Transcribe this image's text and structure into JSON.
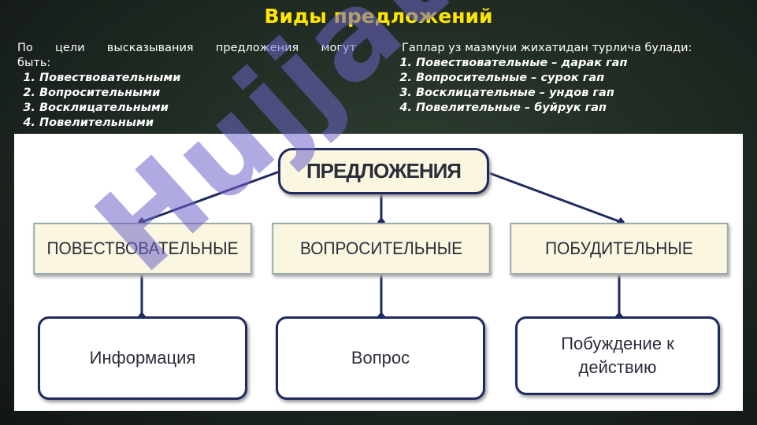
{
  "title": "Виды предложений",
  "left": {
    "intro": "По цели высказывания предложения могут",
    "intro_cont": "быть:",
    "items": [
      "Повествовательными",
      "Вопросительными",
      "Восклицательными",
      "Повелительными"
    ]
  },
  "right": {
    "intro": "Гаплар уз мазмуни жихатидан турлича булади:",
    "items": [
      "Повествовательные – дарак гап",
      "Вопросительные – сурок гап",
      "Восклицательные – ундов гап",
      "Повелительные – буйрук гап"
    ]
  },
  "diagram": {
    "root": "ПРЕДЛОЖЕНИЯ",
    "types": [
      "ПОВЕСТВОВАТЕЛЬНЫЕ",
      "ВОПРОСИТЕЛЬНЫЕ",
      "ПОБУДИТЕЛЬНЫЕ"
    ],
    "purposes": [
      "Информация",
      "Вопрос",
      "Побуждение к действию"
    ]
  },
  "watermark": "Hujjat",
  "colors": {
    "title": "#ffe600",
    "line": "#1f2a5e",
    "box": "#fbf6df"
  }
}
